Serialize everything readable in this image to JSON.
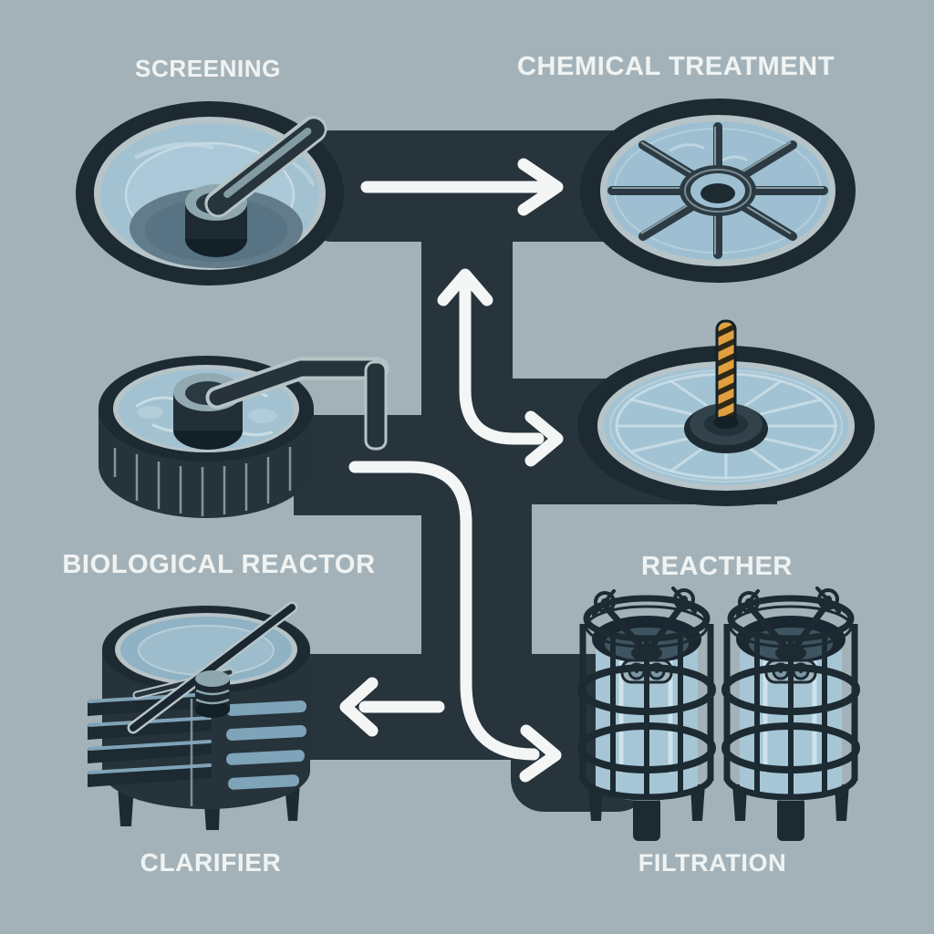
{
  "title": "Wastewater treatment process illustration",
  "colors": {
    "background": "#a3b2b8",
    "pipe": "#27343c",
    "tank_dark": "#1d2a32",
    "water": "#a2c2d2",
    "ring_light": "#b7c4c7",
    "arrow_white": "#f3f6f5",
    "label_text": "#eff3f2",
    "accent_orange": "#e0a03f"
  },
  "stages": [
    {
      "id": "screening",
      "label": "SCREENING",
      "equipment": "circular-tank-with-skimmer-arm"
    },
    {
      "id": "chemical-treatment",
      "label": "CHEMICAL TREATMENT",
      "equipment": "circular-tank-with-spoked-wheel"
    },
    {
      "id": "biological-reactor",
      "label": "BIOLOGICAL REACTOR",
      "equipment": "aeration-tank-with-outlet-pipe"
    },
    {
      "id": "reacther",
      "label": "REACTHER",
      "equipment": "circular-tank-with-striped-mixer-rod"
    },
    {
      "id": "clarifier",
      "label": "CLARIFIER",
      "equipment": "settling-tank-with-skimmer-bar"
    },
    {
      "id": "filtration",
      "label": "FILTRATION",
      "equipment": "twin-caged-filter-vessels"
    }
  ],
  "flows": [
    {
      "from": "screening",
      "to": "chemical-treatment",
      "direction": "right"
    },
    {
      "from": "center-junction",
      "to": "chemical-treatment",
      "direction": "up"
    },
    {
      "from": "center-junction",
      "to": "reacther",
      "direction": "right"
    },
    {
      "from": "biological-reactor",
      "to": "filtration",
      "direction": "down-right"
    },
    {
      "from": "center-junction",
      "to": "clarifier",
      "direction": "left"
    }
  ]
}
